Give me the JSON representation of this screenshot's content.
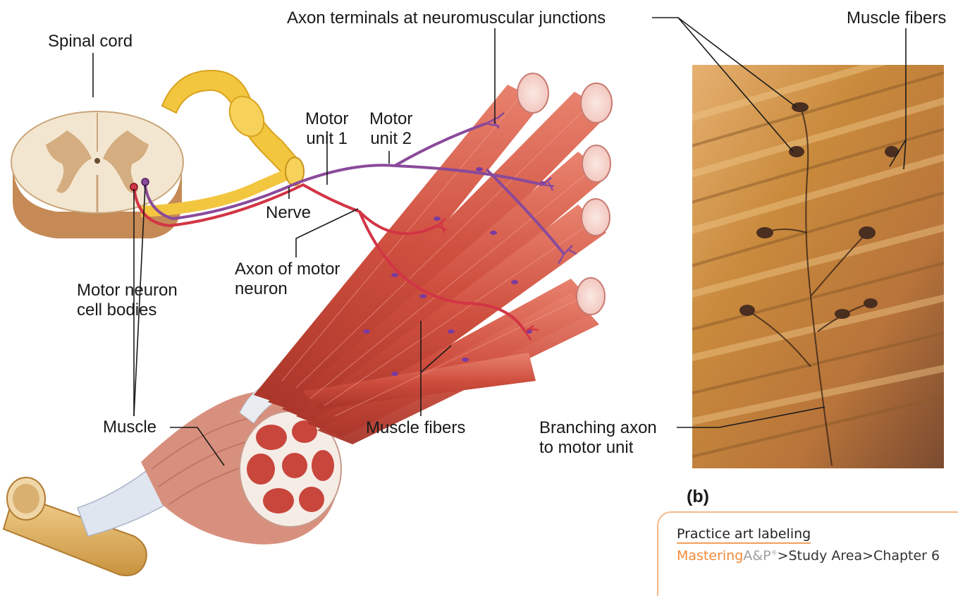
{
  "labels": {
    "spinal_cord": "Spinal cord",
    "axon_terminals": "Axon terminals at neuromuscular junctions",
    "muscle_fibers_top": "Muscle fibers",
    "motor_unit_1": "Motor\nunit 1",
    "motor_unit_2": "Motor\nunit 2",
    "nerve": "Nerve",
    "axon_of_motor_neuron": "Axon of motor\nneuron",
    "motor_neuron_cell_bodies": "Motor neuron\ncell bodies",
    "muscle": "Muscle",
    "muscle_fibers_bottom": "Muscle fibers",
    "branching_axon": "Branching axon\nto motor unit"
  },
  "panel_label": "(b)",
  "practice": {
    "title": "Practice art labeling",
    "brand_mastering": "Mastering",
    "brand_ap": "A&P",
    "brand_reg": "®",
    "path": ">Study Area>Chapter 6"
  },
  "colors": {
    "muscle_red": "#c8473a",
    "fiber_light": "#e06a55",
    "motor_unit_1_axon": "#d23545",
    "motor_unit_2_axon": "#8a4a9a",
    "nerve_yellow": "#f2c84a",
    "bone": "#e8c07a",
    "spinal_tan": "#d9b48a",
    "micrograph": "#c88a3e"
  }
}
